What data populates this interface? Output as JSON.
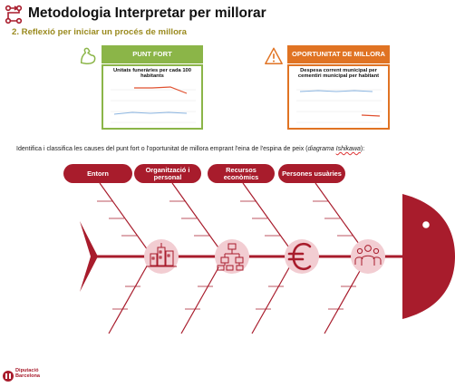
{
  "header": {
    "title": "Metodologia Interpretar per millorar",
    "subtitle": "2. Reflexió per iniciar un procés de millora",
    "icon": "flow-diagram-icon"
  },
  "strength_panel": {
    "label": "PUNT FORT",
    "icon": "flexed-arm-icon",
    "color": "#8bb548",
    "chart_title": "Unitats funeràries per cada 100 habitants"
  },
  "improvement_panel": {
    "label": "OPORTUNITAT DE MILLORA",
    "icon": "warning-triangle-icon",
    "color": "#e07323",
    "chart_title": "Despesa corrent municipal per cementiri municipal per habitant"
  },
  "instruction": {
    "before": "Identifica i classifica les causes del punt fort o l'oportunitat de millora emprant l'eina de l'espina de peix (",
    "emph": "diagrama ",
    "emph_underlined": "Ishikawa",
    "after": "):"
  },
  "categories": [
    {
      "label": "Entorn",
      "icon": "city-buildings-icon"
    },
    {
      "label": "Organització i personal",
      "icon": "org-chart-icon"
    },
    {
      "label": "Recursos econòmics",
      "icon": "euro-icon"
    },
    {
      "label": "Persones usuàries",
      "icon": "people-group-icon"
    }
  ],
  "colors": {
    "accent": "#a81c2c",
    "icon_circle": "#f2cdd2",
    "subtitle": "#9a8a1e"
  },
  "logo": {
    "line1": "Diputació",
    "line2": "Barcelona",
    "icon": "diputacio-logo-icon"
  }
}
